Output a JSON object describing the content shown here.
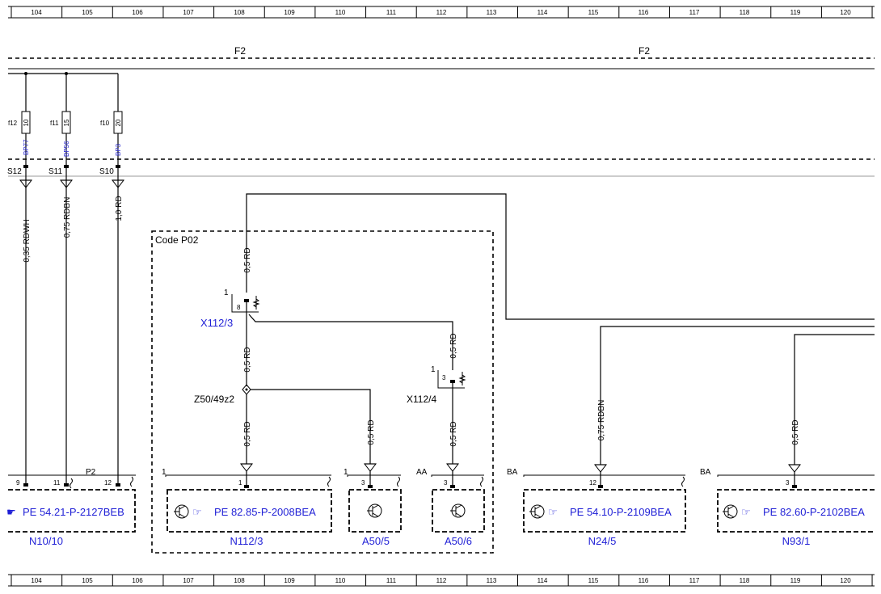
{
  "grid_columns": [
    "104",
    "105",
    "106",
    "107",
    "108",
    "109",
    "110",
    "111",
    "112",
    "113",
    "114",
    "115",
    "116",
    "117",
    "118",
    "119",
    "120"
  ],
  "bus_labels": [
    "F2",
    "F2"
  ],
  "fuses": [
    {
      "name": "f12",
      "rating": "10",
      "bp": "BP77",
      "socket": "S12",
      "wire": "0,35 RDWH"
    },
    {
      "name": "f11",
      "rating": "15",
      "bp": "BP56",
      "socket": "S11",
      "wire": "0,75 RDBN"
    },
    {
      "name": "f10",
      "rating": "20",
      "bp": "BP3",
      "socket": "S10",
      "wire": "1,0 RD"
    }
  ],
  "code_box_label": "Code P02",
  "connectors": {
    "x112_3": {
      "name": "X112/3",
      "pin": "8",
      "side": "1"
    },
    "x112_4": {
      "name": "X112/4",
      "pin": "3",
      "side": "1"
    },
    "z50": "Z50/49z2"
  },
  "wires": {
    "w1": "0,5 RD",
    "w2": "0,5 RD",
    "w3": "0,5 RD",
    "w4": "0,5 RD",
    "w5": "0,5 RD",
    "w6": "0,5 RD",
    "w7": "0,75 RDBN",
    "w8": "0,5 RD"
  },
  "modules": [
    {
      "id": "N10/10",
      "ref": "PE 54.21-P-2127BEB",
      "plug": "P2",
      "pins": [
        "9",
        "11",
        "12"
      ]
    },
    {
      "id": "N112/3",
      "ref": "PE 82.85-P-2008BEA",
      "plug": "1",
      "pins": [
        "1"
      ]
    },
    {
      "id": "A50/5",
      "ref": "",
      "plug": "1",
      "pins": [
        "3"
      ]
    },
    {
      "id": "A50/6",
      "ref": "",
      "plug": "AA",
      "pins": [
        "3"
      ]
    },
    {
      "id": "N24/5",
      "ref": "PE 54.10-P-2109BEA",
      "plug": "BA",
      "pins": [
        "12"
      ]
    },
    {
      "id": "N93/1",
      "ref": "PE 82.60-P-2102BEA",
      "plug": "BA",
      "pins": [
        "3"
      ]
    }
  ]
}
